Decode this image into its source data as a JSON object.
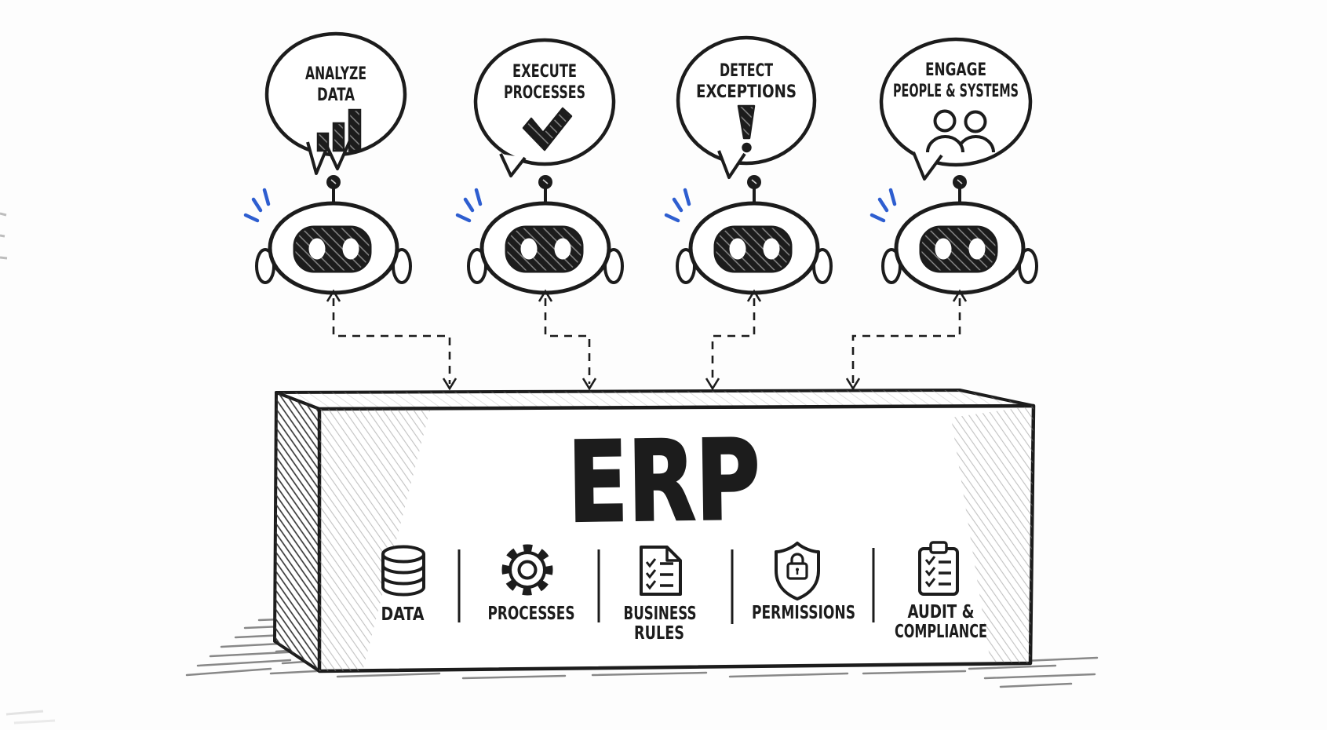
{
  "colors": {
    "ink": "#1c1c1c",
    "accent_blue": "#2e5ed0",
    "background": "#fdfdfd",
    "shadow_gray": "#4a4a4a"
  },
  "bubbles": [
    {
      "line1": "ANALYZE",
      "line2": "DATA",
      "icon": "bar-chart-icon"
    },
    {
      "line1": "EXECUTE",
      "line2": "PROCESSES",
      "icon": "check-icon"
    },
    {
      "line1": "DETECT",
      "line2": "EXCEPTIONS",
      "icon": "exclamation-icon"
    },
    {
      "line1": "ENGAGE",
      "line2": "PEOPLE & SYSTEMS",
      "icon": "people-icon"
    }
  ],
  "robots": [
    {
      "name": "robot-analyze-data"
    },
    {
      "name": "robot-execute-processes"
    },
    {
      "name": "robot-detect-exceptions"
    },
    {
      "name": "robot-engage-people-systems"
    }
  ],
  "erp": {
    "title": "ERP",
    "items": [
      {
        "label1": "DATA",
        "label2": "",
        "icon": "database-icon"
      },
      {
        "label1": "PROCESSES",
        "label2": "",
        "icon": "gear-icon"
      },
      {
        "label1": "BUSINESS",
        "label2": "RULES",
        "icon": "document-checklist-icon"
      },
      {
        "label1": "PERMISSIONS",
        "label2": "",
        "icon": "shield-lock-icon"
      },
      {
        "label1": "AUDIT &",
        "label2": "COMPLIANCE",
        "icon": "clipboard-checklist-icon"
      }
    ]
  }
}
